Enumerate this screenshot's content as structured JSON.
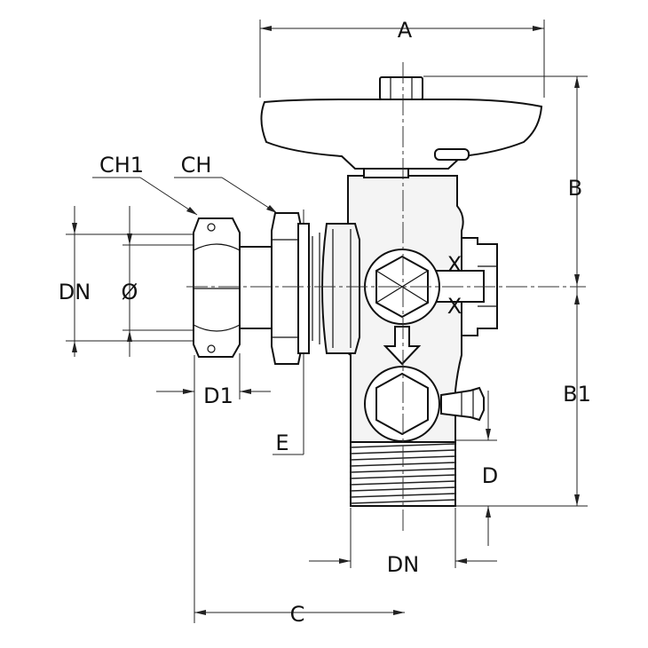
{
  "labels": {
    "a": "A",
    "b": "B",
    "b1": "B1",
    "c": "C",
    "ch1": "CH1",
    "ch": "CH",
    "dn_left": "DN",
    "phi": "Ø",
    "d1": "D1",
    "e": "E",
    "d": "D",
    "dn_bottom": "DN",
    "mark_x_top": "X",
    "mark_x_bottom": "X"
  },
  "colors": {
    "line": "#111111",
    "body_fill": "#f4f4f4",
    "thread": "#222222"
  }
}
